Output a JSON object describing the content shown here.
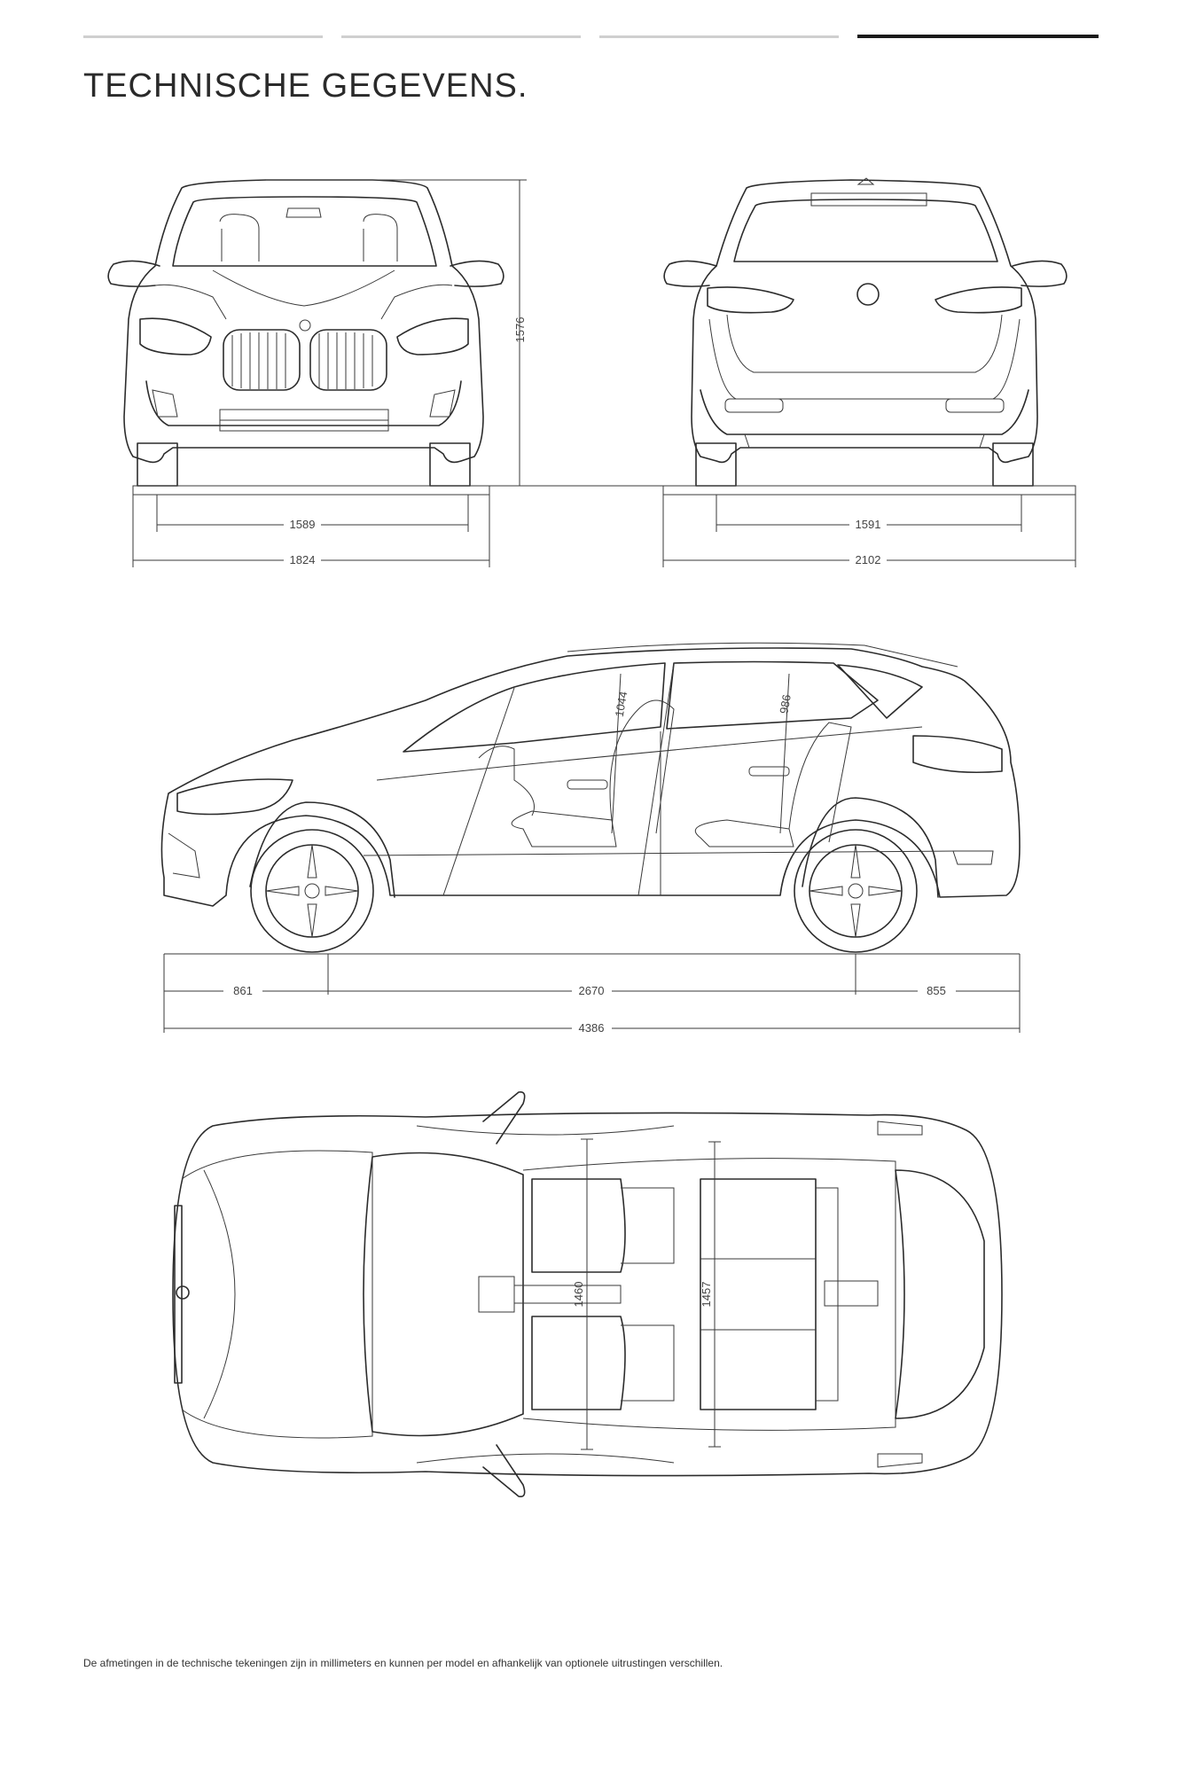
{
  "page": {
    "title": "TECHNISCHE GEGEVENS.",
    "footnote": "De afmetingen in de technische tekeningen zijn in millimeters en kunnen per model en afhankelijk van optionele uitrustingen verschillen."
  },
  "dimensions": {
    "front_height": "1576",
    "front_track": "1589",
    "front_width": "1824",
    "rear_track": "1591",
    "rear_width_mirrors": "2102",
    "headroom_front": "1044",
    "headroom_rear": "986",
    "front_overhang": "861",
    "wheelbase": "2670",
    "rear_overhang": "855",
    "length": "4386",
    "shoulder_front": "1460",
    "shoulder_rear": "1457"
  }
}
